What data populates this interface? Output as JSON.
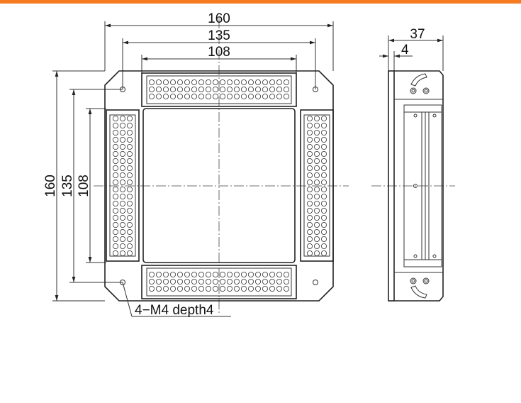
{
  "colors": {
    "accent_bar": "#f47b20",
    "line": "#333333"
  },
  "front_view": {
    "dimensions": {
      "width_outer": "160",
      "width_holes": "135",
      "width_inner": "108",
      "height_outer": "160",
      "height_holes": "135",
      "height_inner": "108"
    },
    "callout": "4−M4 depth4",
    "led_rows_per_bar": 3,
    "led_per_row": 20
  },
  "side_view": {
    "dimensions": {
      "depth": "37",
      "offset": "4"
    }
  }
}
